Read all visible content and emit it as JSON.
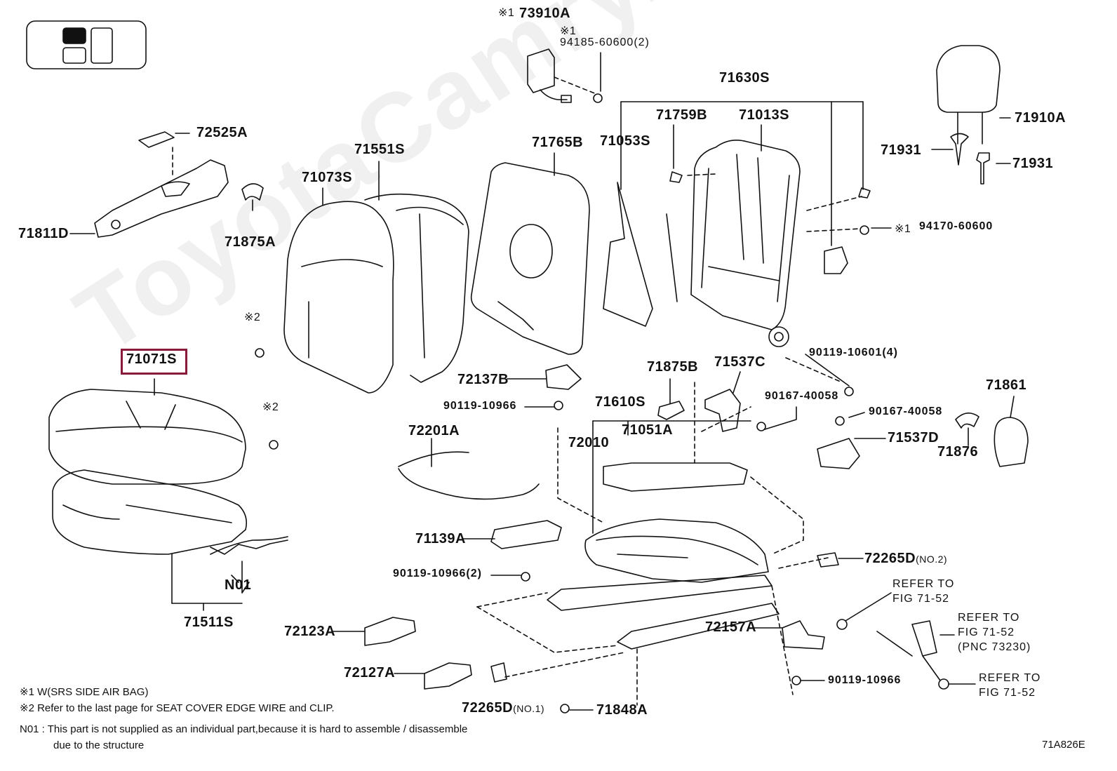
{
  "watermark": "ToyotaCamry.ru",
  "figure_code": "71A826E",
  "highlighted_part": "71071S",
  "parts": {
    "p73910A": "73910A",
    "p73910A_mark": "※1",
    "p94185": "94185-60600(2)",
    "p94185_mark": "※1",
    "p72525A": "72525A",
    "p71811D": "71811D",
    "p71875A": "71875A",
    "p71551S": "71551S",
    "p71073S": "71073S",
    "p71765B": "71765B",
    "p71630S": "71630S",
    "p71759B": "71759B",
    "p71013S": "71013S",
    "p71053S": "71053S",
    "p71910A": "71910A",
    "p71931a": "71931",
    "p71931b": "71931",
    "p94170": "94170-60600",
    "p94170_mark": "※1",
    "mark2a": "※2",
    "mark2b": "※2",
    "p71071S": "71071S",
    "p72137B": "72137B",
    "p90119_10966a": "90119-10966",
    "p72201A": "72201A",
    "p71875B": "71875B",
    "p71537C": "71537C",
    "p90119_10601": "90119-10601(4)",
    "p71610S": "71610S",
    "p90167a": "90167-40058",
    "p90167b": "90167-40058",
    "p71861": "71861",
    "p72010": "72010",
    "p71051A": "71051A",
    "p71537D": "71537D",
    "p71876": "71876",
    "p71139A": "71139A",
    "p72265D_no2": "72265D",
    "p72265D_no2_sub": "(NO.2)",
    "p90119_10966_2": "90119-10966(2)",
    "pN01": "N01",
    "p71511S": "71511S",
    "p72123A": "72123A",
    "p72157A": "72157A",
    "p72127A": "72127A",
    "p90119_10966b": "90119-10966",
    "p72265D_no1": "72265D",
    "p72265D_no1_sub": "(NO.1)",
    "p71848A": "71848A"
  },
  "refers": {
    "r1a": "REFER TO",
    "r1b": "FIG 71-52",
    "r2a": "REFER TO",
    "r2b": "FIG 71-52",
    "r2c": "(PNC 73230)",
    "r3a": "REFER TO",
    "r3b": "FIG 71-52"
  },
  "notes": {
    "n1": "※1 W(SRS SIDE AIR BAG)",
    "n2": "※2 Refer to the last page for SEAT COVER EDGE WIRE and CLIP.",
    "n3": "N01 : This part is not supplied as an individual part,because it is hard to assemble / disassemble",
    "n4": "due to the structure"
  },
  "colors": {
    "highlight": "#8b1a3a",
    "ink": "#111111"
  }
}
